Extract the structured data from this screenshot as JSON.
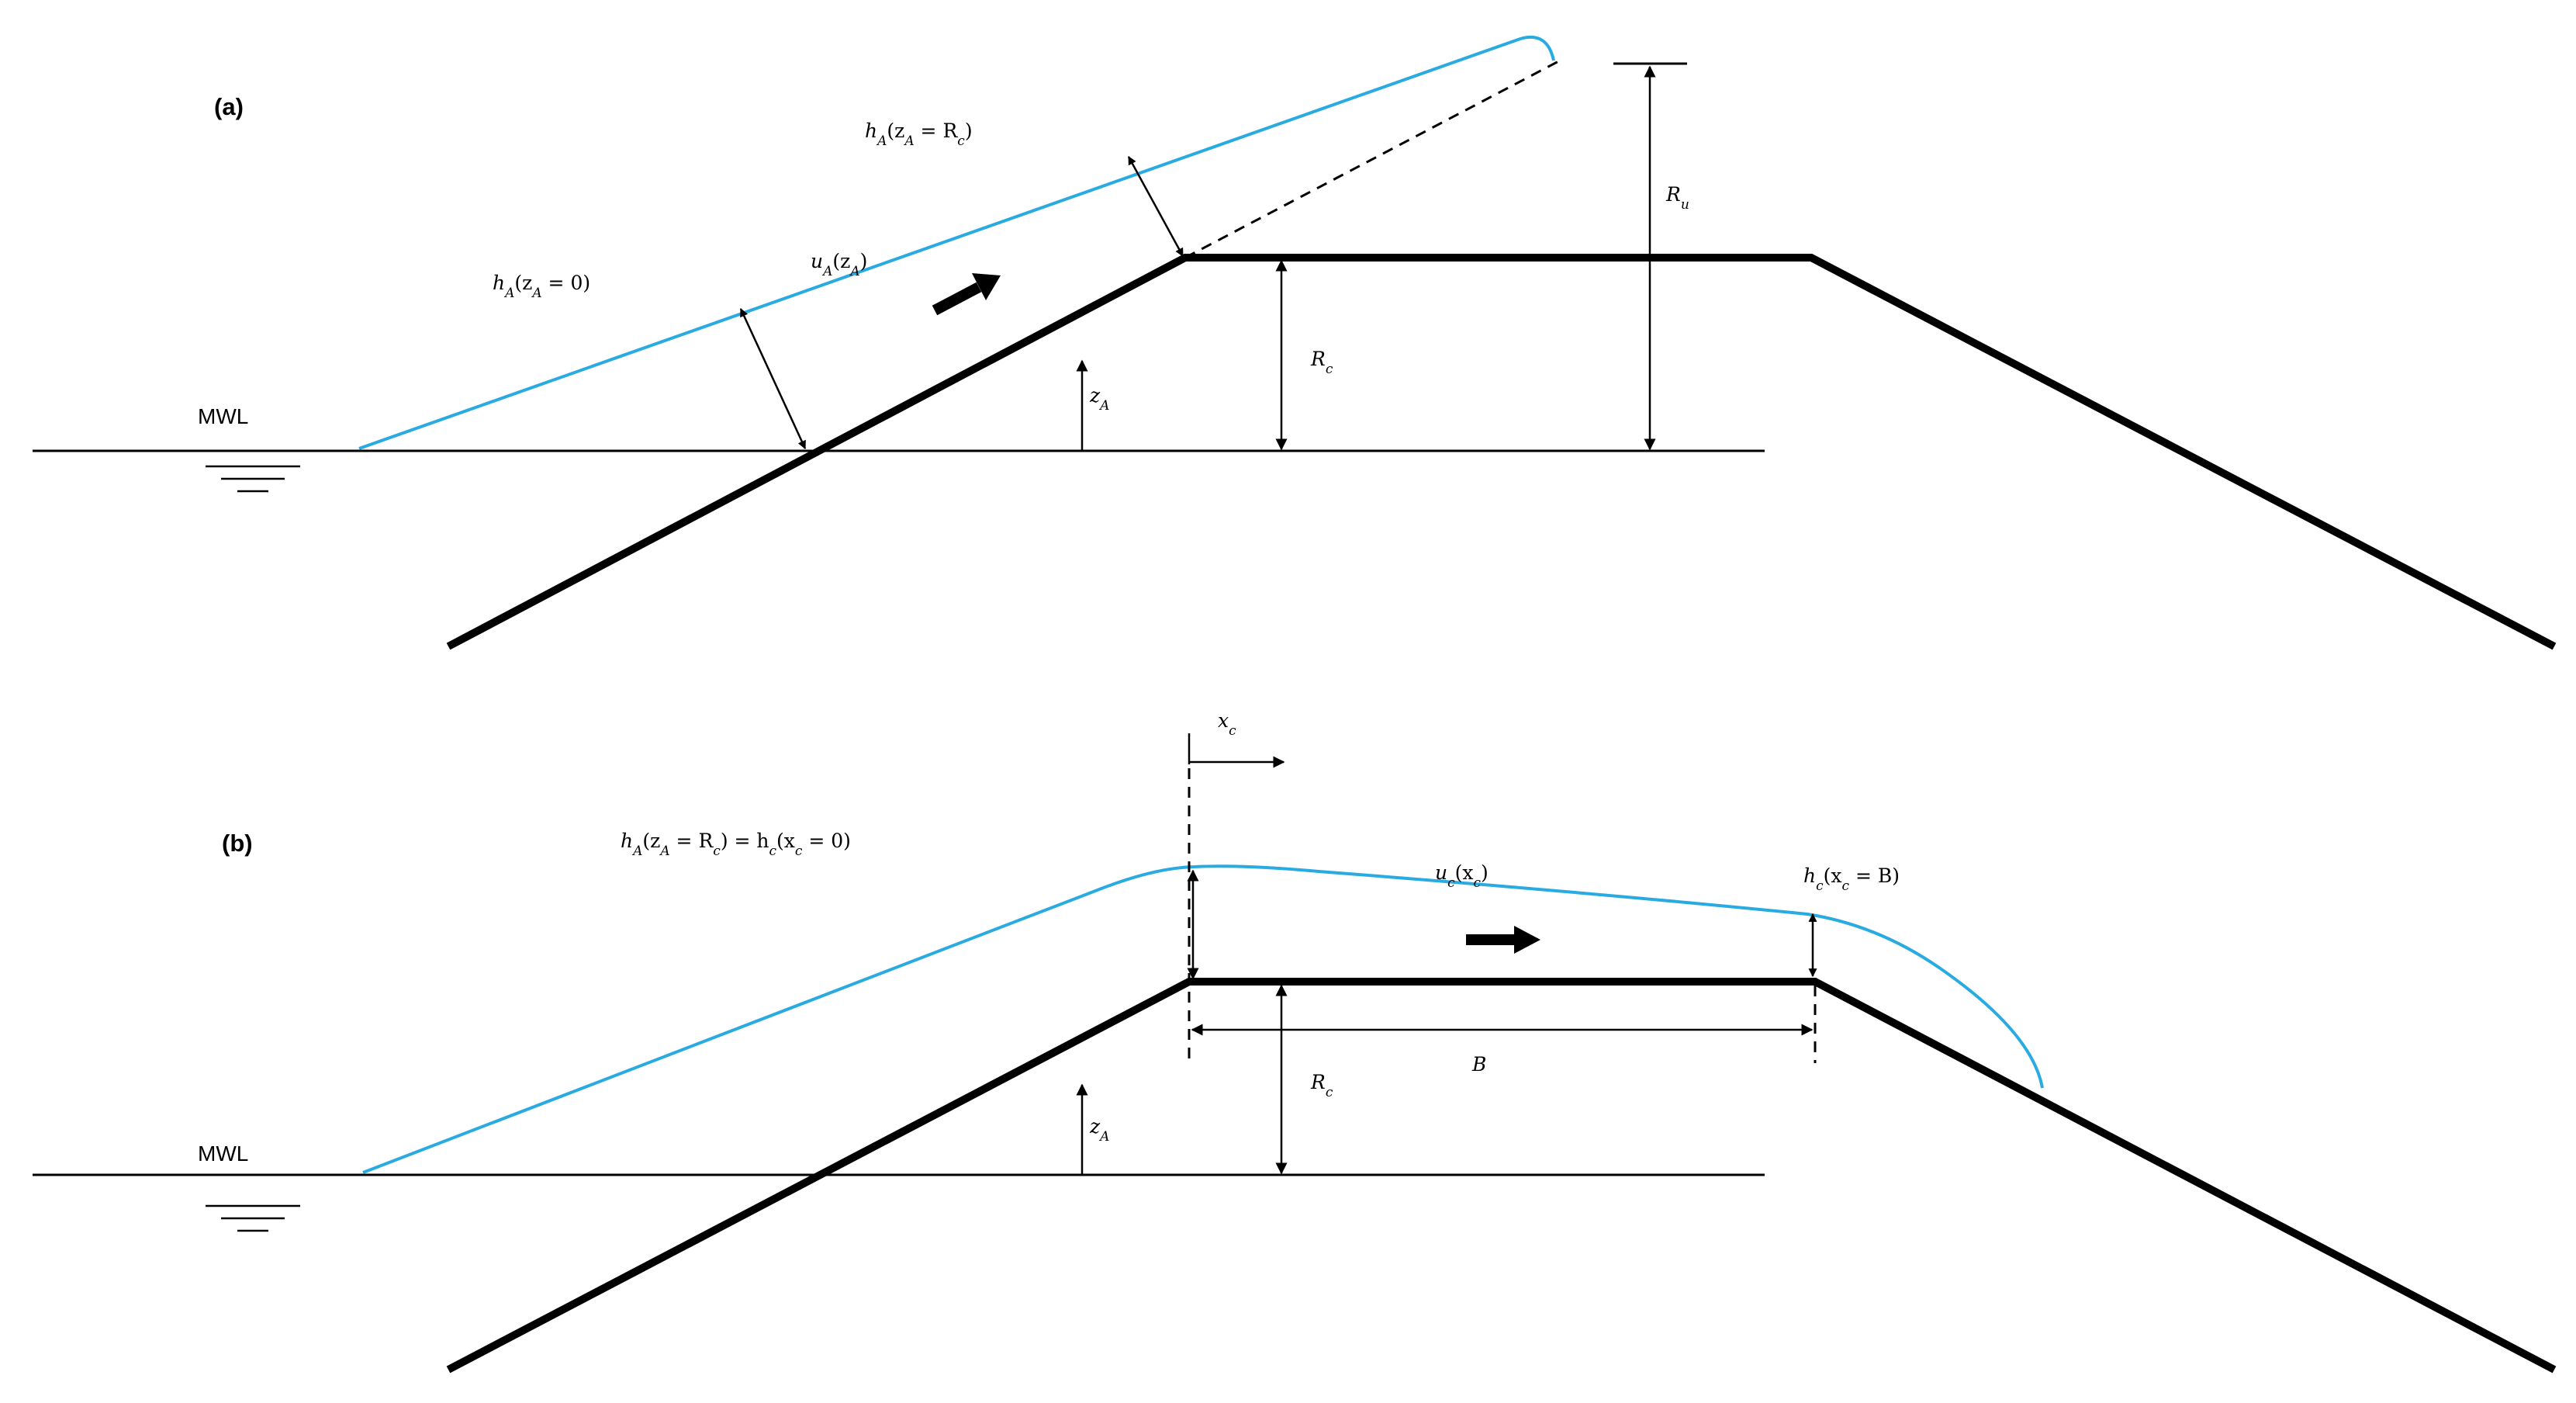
{
  "panel_a": {
    "label": "(a)",
    "mwl": "MWL",
    "h_A_zA_0": {
      "pre": "h",
      "s1": "A",
      "mid": "(z",
      "s2": "A",
      "post": " = 0)"
    },
    "u_A_zA": {
      "pre": "u",
      "s1": "A",
      "mid": "(z",
      "s2": "A",
      "post": ")"
    },
    "h_A_zA_Rc": {
      "pre": "h",
      "s1": "A",
      "mid": "(z",
      "s2": "A",
      "mid2": " = R",
      "s3": "c",
      "post": ")"
    },
    "R_u": {
      "pre": "R",
      "s1": "u"
    },
    "R_c": {
      "pre": "R",
      "s1": "c"
    },
    "z_A": {
      "pre": "z",
      "s1": "A"
    }
  },
  "panel_b": {
    "label": "(b)",
    "mwl": "MWL",
    "x_c": {
      "pre": "x",
      "s1": "c"
    },
    "h_eq": {
      "pre": "h",
      "s1": "A",
      "mid": "(z",
      "s2": "A",
      "mid2": " = R",
      "s3": "c",
      "mid3": ") = h",
      "s4": "c",
      "mid4": "(x",
      "s5": "c",
      "post": " = 0)"
    },
    "u_c_xc": {
      "pre": "u",
      "s1": "c",
      "mid": "(x",
      "s2": "c",
      "post": ")"
    },
    "h_c_xc_B": {
      "pre": "h",
      "s1": "c",
      "mid": "(x",
      "s2": "c",
      "post": " = B)"
    },
    "B": "B",
    "R_c": {
      "pre": "R",
      "s1": "c"
    },
    "z_A": {
      "pre": "z",
      "s1": "A"
    }
  },
  "colors": {
    "water": "#29abe2",
    "structure": "#000000"
  }
}
